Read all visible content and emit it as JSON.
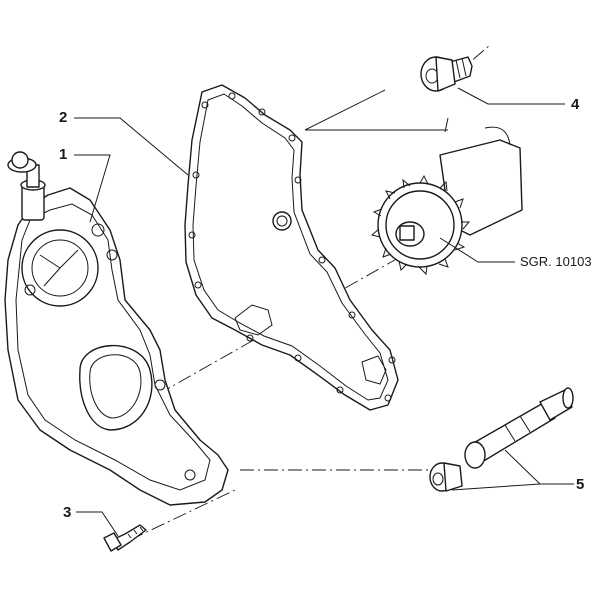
{
  "callouts": [
    {
      "id": "1",
      "label": "1"
    },
    {
      "id": "2",
      "label": "2"
    },
    {
      "id": "3",
      "label": "3"
    },
    {
      "id": "4",
      "label": "4"
    },
    {
      "id": "5",
      "label": "5"
    }
  ],
  "reference": "SGR. 10103",
  "colors": {
    "ink": "#1a1a1a",
    "background": "#ffffff"
  }
}
